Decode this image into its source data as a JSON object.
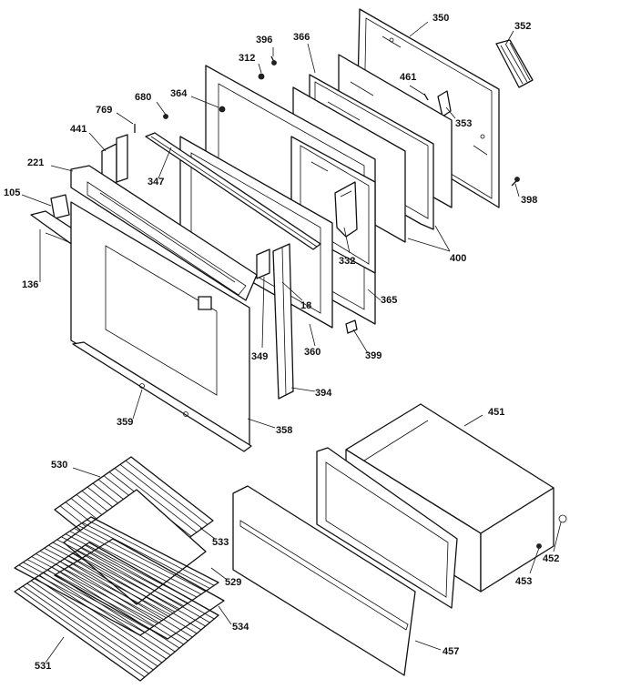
{
  "parts": [
    {
      "id": "p350",
      "label": "350"
    },
    {
      "id": "p352",
      "label": "352"
    },
    {
      "id": "p396",
      "label": "396"
    },
    {
      "id": "p366",
      "label": "366"
    },
    {
      "id": "p312",
      "label": "312"
    },
    {
      "id": "p461",
      "label": "461"
    },
    {
      "id": "p364",
      "label": "364"
    },
    {
      "id": "p680",
      "label": "680"
    },
    {
      "id": "p353",
      "label": "353"
    },
    {
      "id": "p769",
      "label": "769"
    },
    {
      "id": "p441",
      "label": "441"
    },
    {
      "id": "p398",
      "label": "398"
    },
    {
      "id": "p347",
      "label": "347"
    },
    {
      "id": "p221",
      "label": "221"
    },
    {
      "id": "p105",
      "label": "105"
    },
    {
      "id": "p400",
      "label": "400"
    },
    {
      "id": "p332",
      "label": "332"
    },
    {
      "id": "p136",
      "label": "136"
    },
    {
      "id": "p18",
      "label": "18"
    },
    {
      "id": "p365",
      "label": "365"
    },
    {
      "id": "p349",
      "label": "349"
    },
    {
      "id": "p360",
      "label": "360"
    },
    {
      "id": "p399",
      "label": "399"
    },
    {
      "id": "p394",
      "label": "394"
    },
    {
      "id": "p359",
      "label": "359"
    },
    {
      "id": "p358",
      "label": "358"
    },
    {
      "id": "p451",
      "label": "451"
    },
    {
      "id": "p530",
      "label": "530"
    },
    {
      "id": "p533",
      "label": "533"
    },
    {
      "id": "p452",
      "label": "452"
    },
    {
      "id": "p529",
      "label": "529"
    },
    {
      "id": "p453",
      "label": "453"
    },
    {
      "id": "p534",
      "label": "534"
    },
    {
      "id": "p531",
      "label": "531"
    },
    {
      "id": "p457",
      "label": "457"
    }
  ]
}
